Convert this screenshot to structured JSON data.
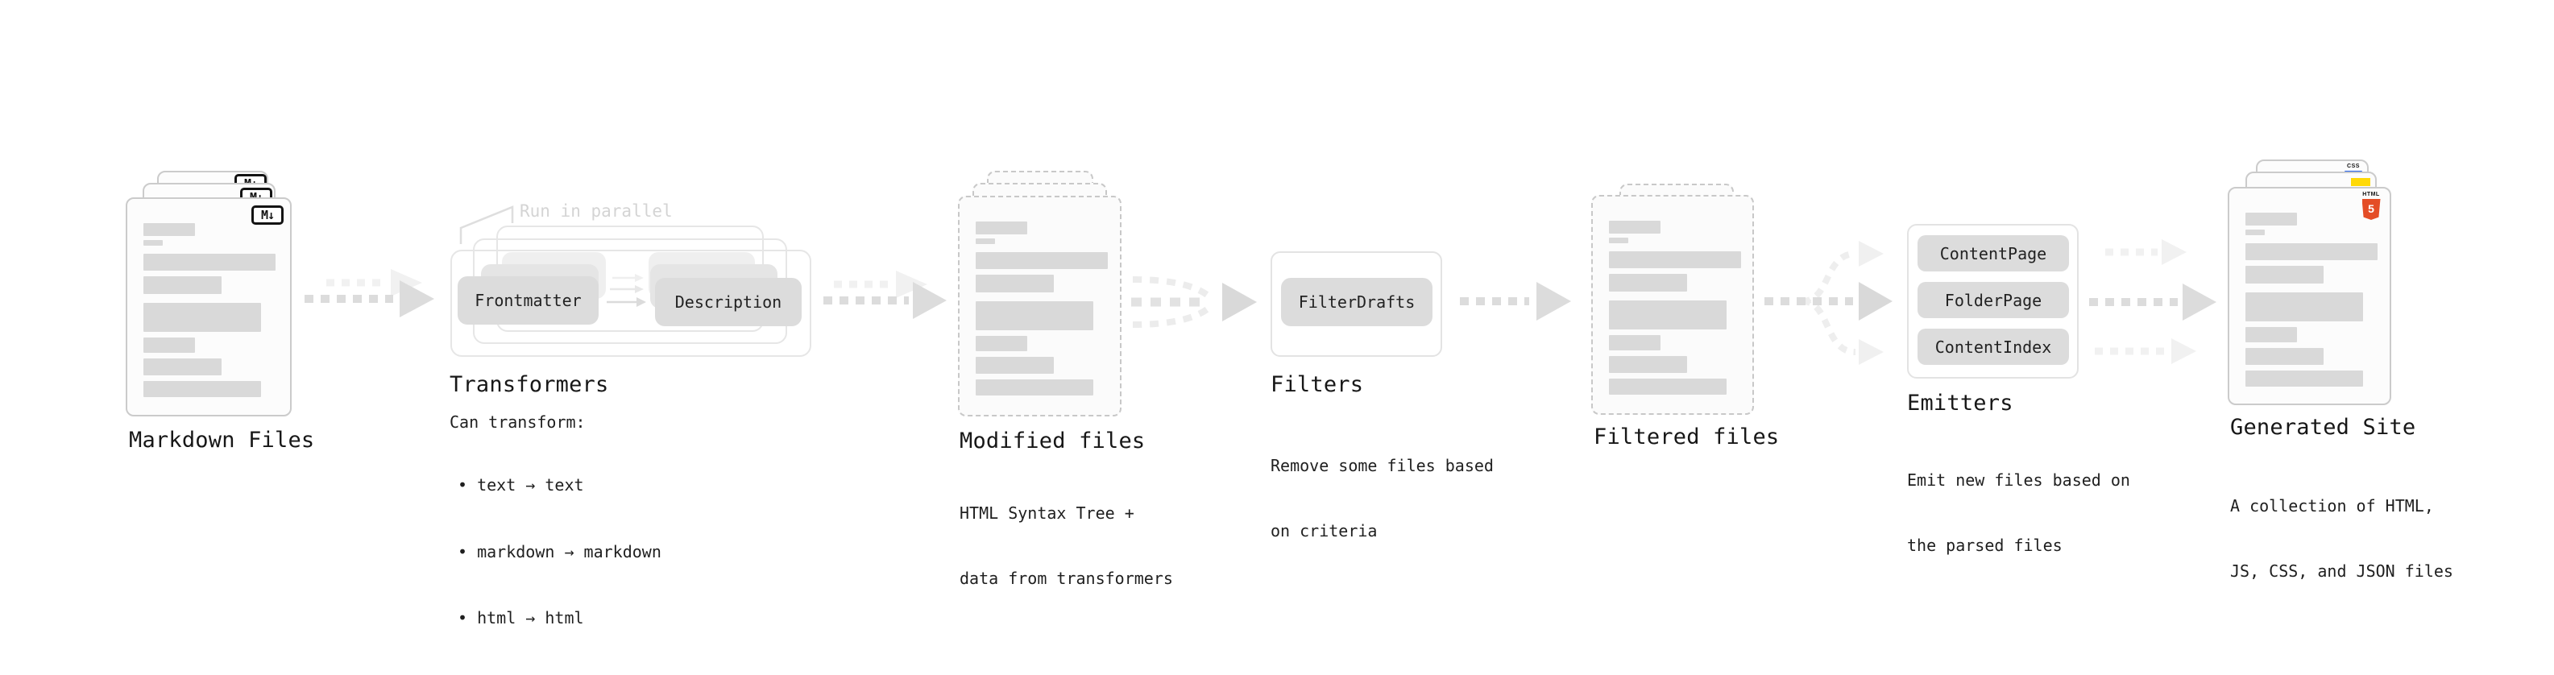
{
  "annotation": {
    "label": "Run in parallel"
  },
  "stages": {
    "markdown_files": {
      "caption": "Markdown Files",
      "logo": "M↓"
    },
    "transformers": {
      "caption": "Transformers",
      "description_title": "Can transform:",
      "bullets": [
        "• text → text",
        "• markdown → markdown",
        "• html → html"
      ],
      "frontmatter_label": "Frontmatter",
      "description_label": "Description"
    },
    "modified_files": {
      "caption": "Modified files",
      "subtitle_line1": "HTML Syntax Tree +",
      "subtitle_line2": "data from transformers"
    },
    "filters": {
      "caption": "Filters",
      "button_label": "FilterDrafts",
      "subtitle_line1": "Remove some files based",
      "subtitle_line2": "on criteria"
    },
    "filtered_files": {
      "caption": "Filtered files"
    },
    "emitters": {
      "caption": "Emitters",
      "buttons": [
        "ContentPage",
        "FolderPage",
        "ContentIndex"
      ],
      "subtitle_line1": "Emit new files based on",
      "subtitle_line2": "the parsed files"
    },
    "generated_site": {
      "caption": "Generated Site",
      "subtitle_line1": "A collection of HTML,",
      "subtitle_line2": "JS, CSS, and JSON files",
      "html5_label": "HTML",
      "html5_number": "5",
      "css_label": "CSS"
    }
  },
  "colors": {
    "html5_orange": "#e44d26",
    "js_yellow": "#ffd907",
    "css_blue": "#2563eb",
    "arrow_gray": "#dcdcdc",
    "arrow_light": "#f1f1f1",
    "bar_gray": "#d9d9d9",
    "text_dark": "#171717",
    "annotation_gray": "#d4d4d4"
  }
}
